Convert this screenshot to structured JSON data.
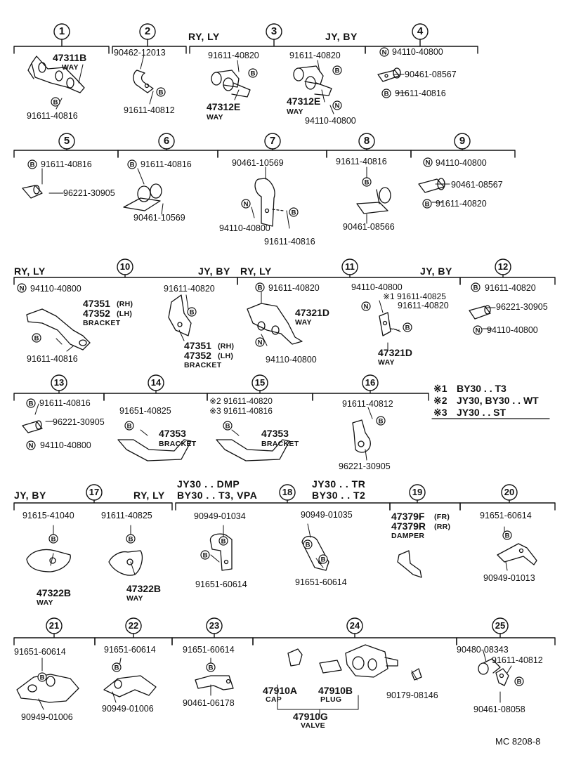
{
  "sections": [
    {
      "number": "1",
      "labels": {
        "part_a": "47311B",
        "way": "WAY",
        "bolt": "91611-40816"
      }
    },
    {
      "number": "2",
      "labels": {
        "clamp": "90462-12013",
        "bolt": "91611-40812"
      }
    },
    {
      "number": "3",
      "variants": [
        "RY, LY",
        "JY, BY"
      ],
      "labels": {
        "bolt_a": "91611-40820",
        "part_a": "47312E",
        "way_a": "WAY",
        "bolt_b": "91611-40820",
        "part_b": "47312E",
        "way_b": "WAY",
        "nut_b": "94110-40800"
      }
    },
    {
      "number": "4",
      "labels": {
        "nut": "94110-40800",
        "clamp": "90461-08567",
        "bolt": "91611-40816"
      }
    },
    {
      "number": "5",
      "labels": {
        "bolt": "91611-40816",
        "clamp": "96221-30905"
      }
    },
    {
      "number": "6",
      "labels": {
        "bolt": "91611-40816",
        "clamp": "90461-10569"
      }
    },
    {
      "number": "7",
      "labels": {
        "clamp": "90461-10569",
        "nut": "94110-40800",
        "bolt": "91611-40816"
      }
    },
    {
      "number": "8",
      "labels": {
        "bolt": "91611-40816",
        "clamp": "90461-08566"
      }
    },
    {
      "number": "9",
      "labels": {
        "nut": "94110-40800",
        "clamp": "90461-08567",
        "bolt": "91611-40820"
      }
    },
    {
      "number": "10",
      "variants": [
        "RY, LY",
        "JY, BY"
      ],
      "labels": {
        "nut": "94110-40800",
        "bracket_rh": "47351",
        "rh": "(RH)",
        "bracket_lh": "47352",
        "lh": "(LH)",
        "bracket": "BRACKET",
        "bolt_a": "91611-40816",
        "bolt_b": "91611-40820",
        "bracket_rh_b": "47351",
        "rh_b": "(RH)",
        "bracket_lh_b": "47352",
        "lh_b": "(LH)",
        "bracket_b": "BRACKET"
      }
    },
    {
      "number": "11",
      "variants": [
        "RY, LY",
        "JY, BY"
      ],
      "labels": {
        "bolt_a": "91611-40820",
        "part_a": "47321D",
        "way_a": "WAY",
        "nut_a": "94110-40800",
        "nut_b": "94110-40800",
        "bolt_b1": "※1 91611-40825",
        "bolt_b2": "91611-40820",
        "part_b": "47321D",
        "way_b": "WAY"
      }
    },
    {
      "number": "12",
      "labels": {
        "bolt": "91611-40820",
        "clamp": "96221-30905",
        "nut": "94110-40800"
      }
    },
    {
      "number": "13",
      "labels": {
        "bolt": "91611-40816",
        "clamp": "96221-30905",
        "nut": "94110-40800"
      }
    },
    {
      "number": "14",
      "labels": {
        "bolt": "91651-40825",
        "part": "47353",
        "bracket": "BRACKET"
      }
    },
    {
      "number": "15",
      "labels": {
        "bolt_a": "※2 91611-40820",
        "bolt_b": "※3 91611-40816",
        "part": "47353",
        "bracket": "BRACKET"
      }
    },
    {
      "number": "16",
      "labels": {
        "bolt": "91611-40812",
        "clamp": "96221-30905"
      }
    },
    {
      "number": "17",
      "variants": [
        "JY, BY",
        "RY, LY"
      ],
      "labels": {
        "bolt_a": "91615-41040",
        "part_a": "47322B",
        "way_a": "WAY",
        "bolt_b": "91611-40825",
        "part_b": "47322B",
        "way_b": "WAY"
      }
    },
    {
      "number": "18",
      "variants": [
        "JY30 . . DMP",
        "BY30 . . T3, VPA",
        "JY30 . . TR",
        "BY30 . . T2"
      ],
      "labels": {
        "clamp_a": "90949-01034",
        "bolt_a": "91651-60614",
        "clamp_b": "90949-01035",
        "bolt_b": "91651-60614"
      }
    },
    {
      "number": "19",
      "labels": {
        "part_fr": "47379F",
        "fr": "(FR)",
        "part_rr": "47379R",
        "rr": "(RR)",
        "damper": "DAMPER"
      }
    },
    {
      "number": "20",
      "labels": {
        "bolt": "91651-60614",
        "clamp": "90949-01013"
      }
    },
    {
      "number": "21",
      "labels": {
        "bolt": "91651-60614",
        "clamp": "90949-01006"
      }
    },
    {
      "number": "22",
      "labels": {
        "bolt": "91651-60614",
        "clamp": "90949-01006"
      }
    },
    {
      "number": "23",
      "labels": {
        "bolt": "91651-60614",
        "clamp": "90461-06178"
      }
    },
    {
      "number": "24",
      "labels": {
        "cap": "47910A",
        "cap_name": "CAP",
        "plug": "47910B",
        "plug_name": "PLUG",
        "nut": "90179-08146",
        "valve": "47910G",
        "valve_name": "VALVE"
      }
    },
    {
      "number": "25",
      "labels": {
        "bolt_a": "90480-08343",
        "bolt_b": "91611-40812",
        "clamp": "90461-08058"
      }
    }
  ],
  "notes": [
    {
      "mark": "※1",
      "text": "BY30 . . T3"
    },
    {
      "mark": "※2",
      "text": "JY30, BY30 . . WT"
    },
    {
      "mark": "※3",
      "text": "JY30 . . ST"
    }
  ],
  "symbols": {
    "bolt": "B",
    "nut": "N"
  },
  "footer": {
    "code": "MC  8208-8"
  },
  "colors": {
    "ink": "#111111",
    "paper": "#ffffff"
  }
}
